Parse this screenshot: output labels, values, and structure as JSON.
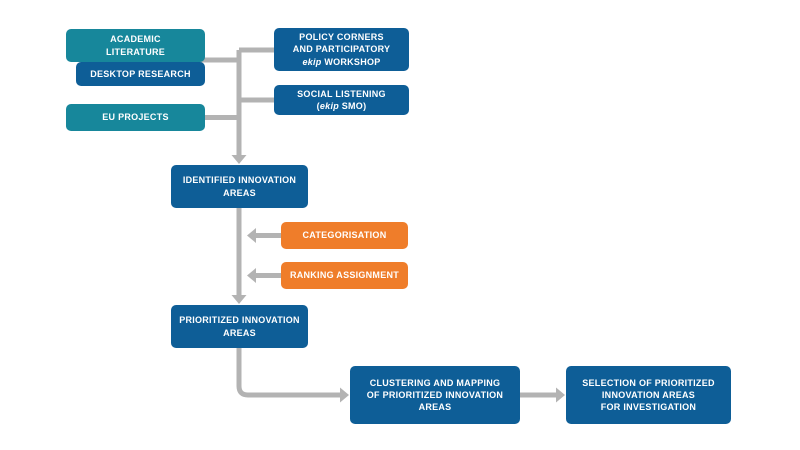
{
  "colors": {
    "teal": "#17879B",
    "blue": "#0E5E97",
    "orange": "#EF7D2A",
    "arrow": "#B3B3B3",
    "background": "#FFFFFF"
  },
  "nodes": {
    "academic_literature": {
      "label": "ACADEMIC\nLITERATURE"
    },
    "desktop_research": {
      "label": "DESKTOP RESEARCH"
    },
    "eu_projects": {
      "label": "EU PROJECTS"
    },
    "policy_corners": {
      "text_before": "POLICY CORNERS\nAND PARTICIPATORY\n",
      "italic": "ekip",
      "text_after": " WORKSHOP"
    },
    "social_listening": {
      "text_before": "SOCIAL LISTENING\n(",
      "italic": "ekip",
      "text_after": " SMO)"
    },
    "identified_innovation_areas": {
      "label": "IDENTIFIED INNOVATION\nAREAS"
    },
    "categorisation": {
      "label": "CATEGORISATION"
    },
    "ranking_assignment": {
      "label": "RANKING ASSIGNMENT"
    },
    "prioritized_innovation_areas": {
      "label": "PRIORITIZED INNOVATION\nAREAS"
    },
    "clustering_mapping": {
      "label": "CLUSTERING AND MAPPING\nOF PRIORITIZED INNOVATION\nAREAS"
    },
    "selection_investigation": {
      "label": "SELECTION OF PRIORITIZED\nINNOVATION AREAS\nFOR INVESTIGATION"
    }
  }
}
